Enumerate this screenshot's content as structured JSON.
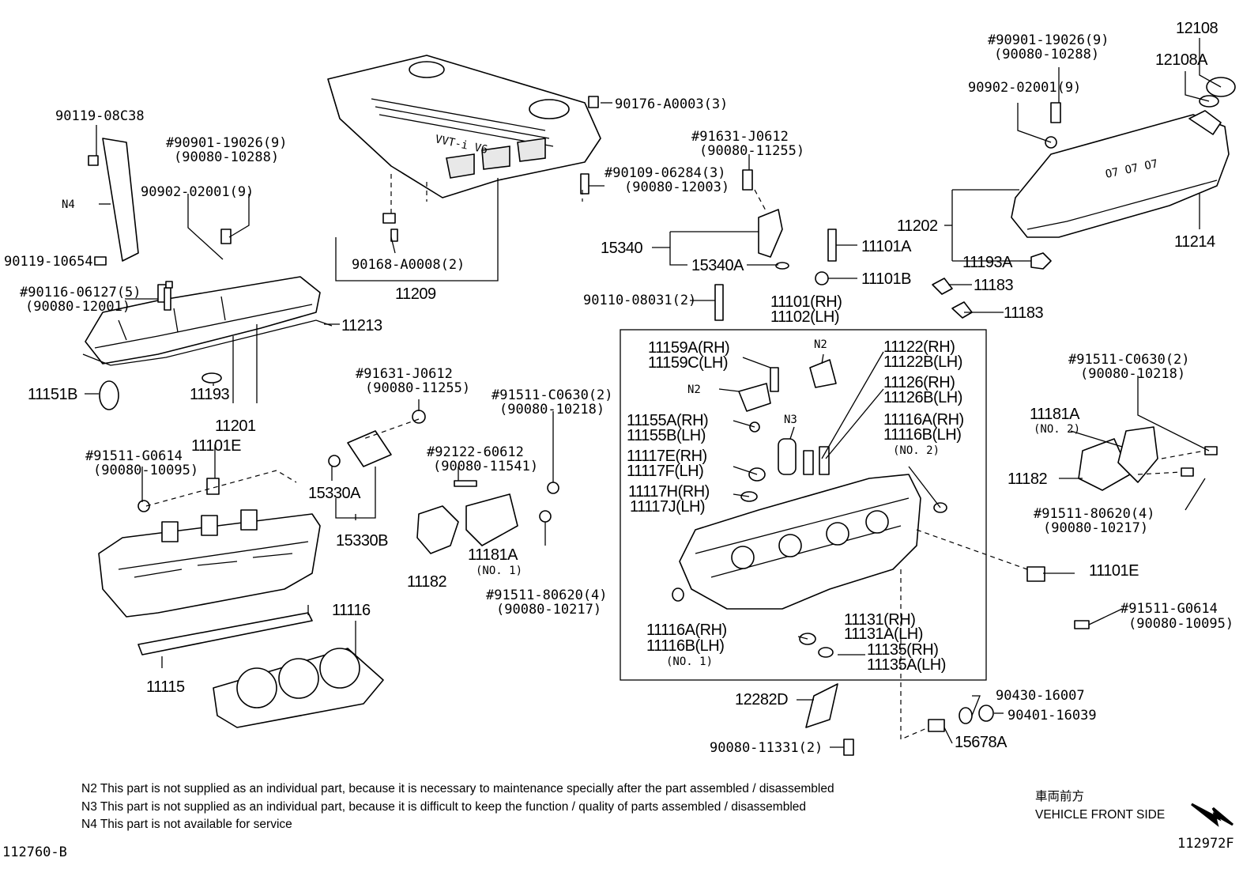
{
  "parts": {
    "p_90119_08C38": "90119-08C38",
    "p_N4": "N4",
    "p_90119_10654": "90119-10654",
    "p_90901_l": "#90901-19026(9)",
    "p_90080_10288_l": "(90080-10288)",
    "p_90902_l": "90902-02001(9)",
    "p_90116": "#90116-06127(5)",
    "p_90080_12001": "(90080-12001)",
    "p_11213": "11213",
    "p_11151B": "11151B",
    "p_11193": "11193",
    "p_11201": "11201",
    "p_11101E_l": "11101E",
    "p_91511_G0614_l": "#91511-G0614",
    "p_90080_10095_l": "(90080-10095)",
    "p_91631_b": "#91631-J0612",
    "p_90080_11255_b": "(90080-11255)",
    "p_15330A": "15330A",
    "p_15330B": "15330B",
    "p_92122": "#92122-60612",
    "p_90080_11541": "(90080-11541)",
    "p_91511_C0630_m": "#91511-C0630(2)",
    "p_90080_10218_m": "(90080-10218)",
    "p_11182_m": "11182",
    "p_11181A_m": "11181A",
    "p_no1_m": "(NO. 1)",
    "p_91511_80620_m": "#91511-80620(4)",
    "p_90080_10217_m": "(90080-10217)",
    "p_11116": "11116",
    "p_11115": "11115",
    "p_90176": "90176-A0003(3)",
    "p_90168": "90168-A0008(2)",
    "p_11209": "11209",
    "p_91631_t": "#91631-J0612",
    "p_90080_11255_t": "(90080-11255)",
    "p_90109": "#90109-06284(3)",
    "p_90080_12003": "(90080-12003)",
    "p_15340": "15340",
    "p_15340A": "15340A",
    "p_11101A": "11101A",
    "p_11101B": "11101B",
    "p_90110": "90110-08031(2)",
    "p_11101RH": "11101(RH)",
    "p_11102LH": "11102(LH)",
    "p_11159A": "11159A(RH)",
    "p_11159C": "11159C(LH)",
    "p_N2a": "N2",
    "p_N2b": "N2",
    "p_N3": "N3",
    "p_11155A": "11155A(RH)",
    "p_11155B": "11155B(LH)",
    "p_11117E": "11117E(RH)",
    "p_11117F": "11117F(LH)",
    "p_11117H": "11117H(RH)",
    "p_11117J": "11117J(LH)",
    "p_11122": "11122(RH)",
    "p_11122B": "11122B(LH)",
    "p_11126": "11126(RH)",
    "p_11126B": "11126B(LH)",
    "p_11116A_t": "11116A(RH)",
    "p_11116B_t": "11116B(LH)",
    "p_no2_t": "(NO. 2)",
    "p_11116A_b": "11116A(RH)",
    "p_11116B_b": "11116B(LH)",
    "p_no1_b": "(NO. 1)",
    "p_11131": "11131(RH)",
    "p_11131A": "11131A(LH)",
    "p_11135": "11135(RH)",
    "p_11135A": "11135A(LH)",
    "p_90901_r": "#90901-19026(9)",
    "p_90080_10288_r": "(90080-10288)",
    "p_90902_r": "90902-02001(9)",
    "p_12108": "12108",
    "p_12108A": "12108A",
    "p_11202": "11202",
    "p_11214": "11214",
    "p_11193A": "11193A",
    "p_11183a": "11183",
    "p_11183b": "11183",
    "p_91511_C0630_r": "#91511-C0630(2)",
    "p_90080_10218_r": "(90080-10218)",
    "p_11181A_r": "11181A",
    "p_no2_r": "(NO. 2)",
    "p_11182_r": "11182",
    "p_91511_80620_r": "#91511-80620(4)",
    "p_90080_10217_r": "(90080-10217)",
    "p_11101E_r": "11101E",
    "p_91511_G0614_r": "#91511-G0614",
    "p_90080_10095_r": "(90080-10095)",
    "p_12282D": "12282D",
    "p_90080_11331": "90080-11331(2)",
    "p_90430": "90430-16007",
    "p_90401": "90401-16039",
    "p_15678A": "15678A"
  },
  "notes": {
    "n2": "N2  This part is not supplied as an individual part, because it is necessary to maintenance specially after the part assembled / disassembled",
    "n3": "N3  This part is not supplied as an individual part, because it is difficult to keep the function / quality of parts  assembled / disassembled",
    "n4": "N4  This part is not available for service"
  },
  "direction": {
    "japanese": "車両前方",
    "english": "VEHICLE FRONT SIDE"
  },
  "codes": {
    "left": "112760-B",
    "right": "112972F"
  },
  "cover_text": "VVT-i V6"
}
